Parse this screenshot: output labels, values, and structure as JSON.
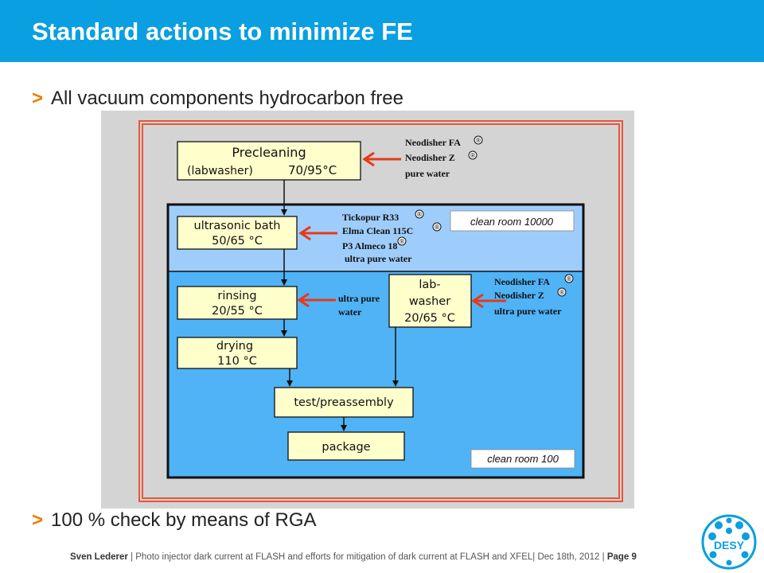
{
  "slide": {
    "title": "Standard actions to minimize FE",
    "bullet_marker": ">",
    "bullets": [
      "All vacuum components hydrocarbon free",
      "100 % check by means of RGA"
    ]
  },
  "diagram": {
    "boxes": {
      "precleaning": [
        "Precleaning",
        "(labwasher)",
        "70/95°C"
      ],
      "ultrasonic": [
        "ultrasonic bath",
        "50/65 °C"
      ],
      "rinsing": [
        "rinsing",
        "20/55 °C"
      ],
      "drying": [
        "drying",
        "110 °C"
      ],
      "labwasher": [
        "lab-",
        "washer",
        "20/65 °C"
      ],
      "test": [
        "test/preassembly"
      ],
      "package": [
        "package"
      ]
    },
    "cleanroom_labels": [
      "clean room 10000",
      "clean room 100"
    ],
    "notes": {
      "precleaning": [
        "Neodisher FA",
        "Neodisher Z",
        "pure water"
      ],
      "ultrasonic": [
        "Tickopur R33",
        "Elma Clean 115C",
        "P3 Almeco 18",
        "ultra pure water"
      ],
      "rinsing": [
        "ultra pure",
        "water"
      ],
      "labwasher": [
        "Neodisher FA",
        "Neodisher Z",
        "ultra pure water"
      ]
    },
    "registered_mark": "®"
  },
  "footer": {
    "author": "Sven Lederer",
    "talk": "| Photo injector dark current at FLASH and efforts for mitigation of dark current at FLASH and XFEL| Dec 18th, 2012 |",
    "page": "Page 9"
  },
  "logo": {
    "text": "DESY",
    "icon": "desy-logo-icon"
  },
  "colors": {
    "header": "#0a9fe0",
    "bullet_marker": "#f07a00",
    "room_10000": "#9fcdfb",
    "room_100": "#4fb3f6",
    "box_fill": "#ffffcc",
    "arrow_red": "#e83818"
  }
}
